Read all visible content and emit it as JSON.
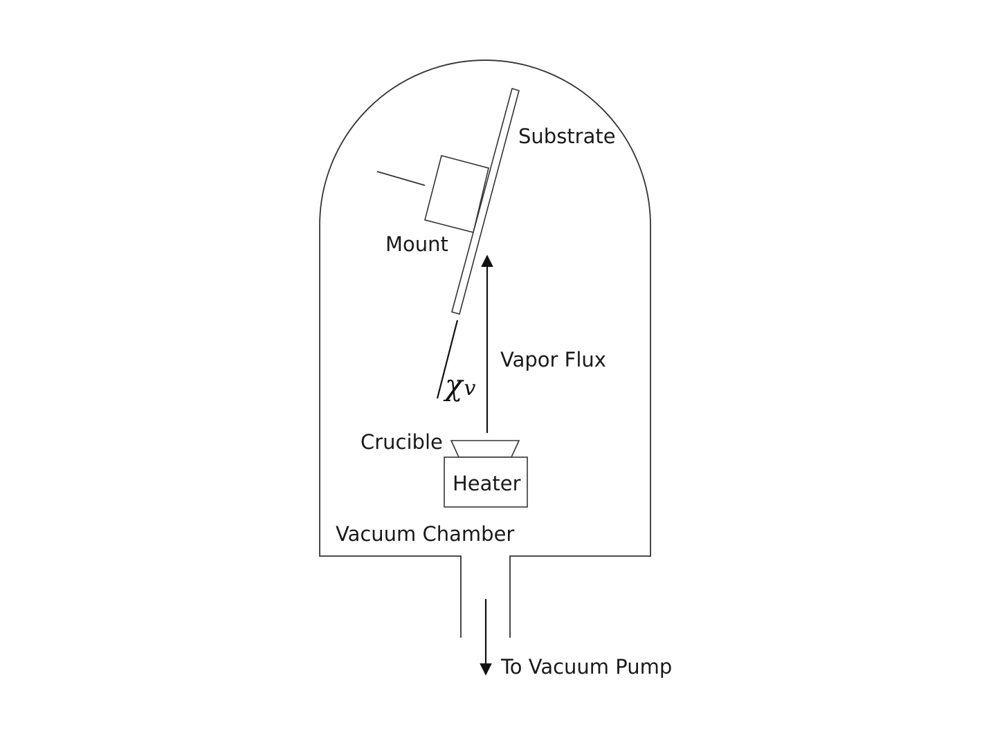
{
  "labels": {
    "substrate": "Substrate",
    "mount": "Mount",
    "vapor_flux": "Vapor Flux",
    "angle_symbol": "χ",
    "angle_subscript": "v",
    "crucible": "Crucible",
    "heater": "Heater",
    "vacuum_chamber": "Vacuum Chamber",
    "to_vacuum_pump": "To Vacuum Pump"
  },
  "colors": {
    "stroke": "#333333",
    "text": "#1a1a1a",
    "background": "#ffffff"
  }
}
